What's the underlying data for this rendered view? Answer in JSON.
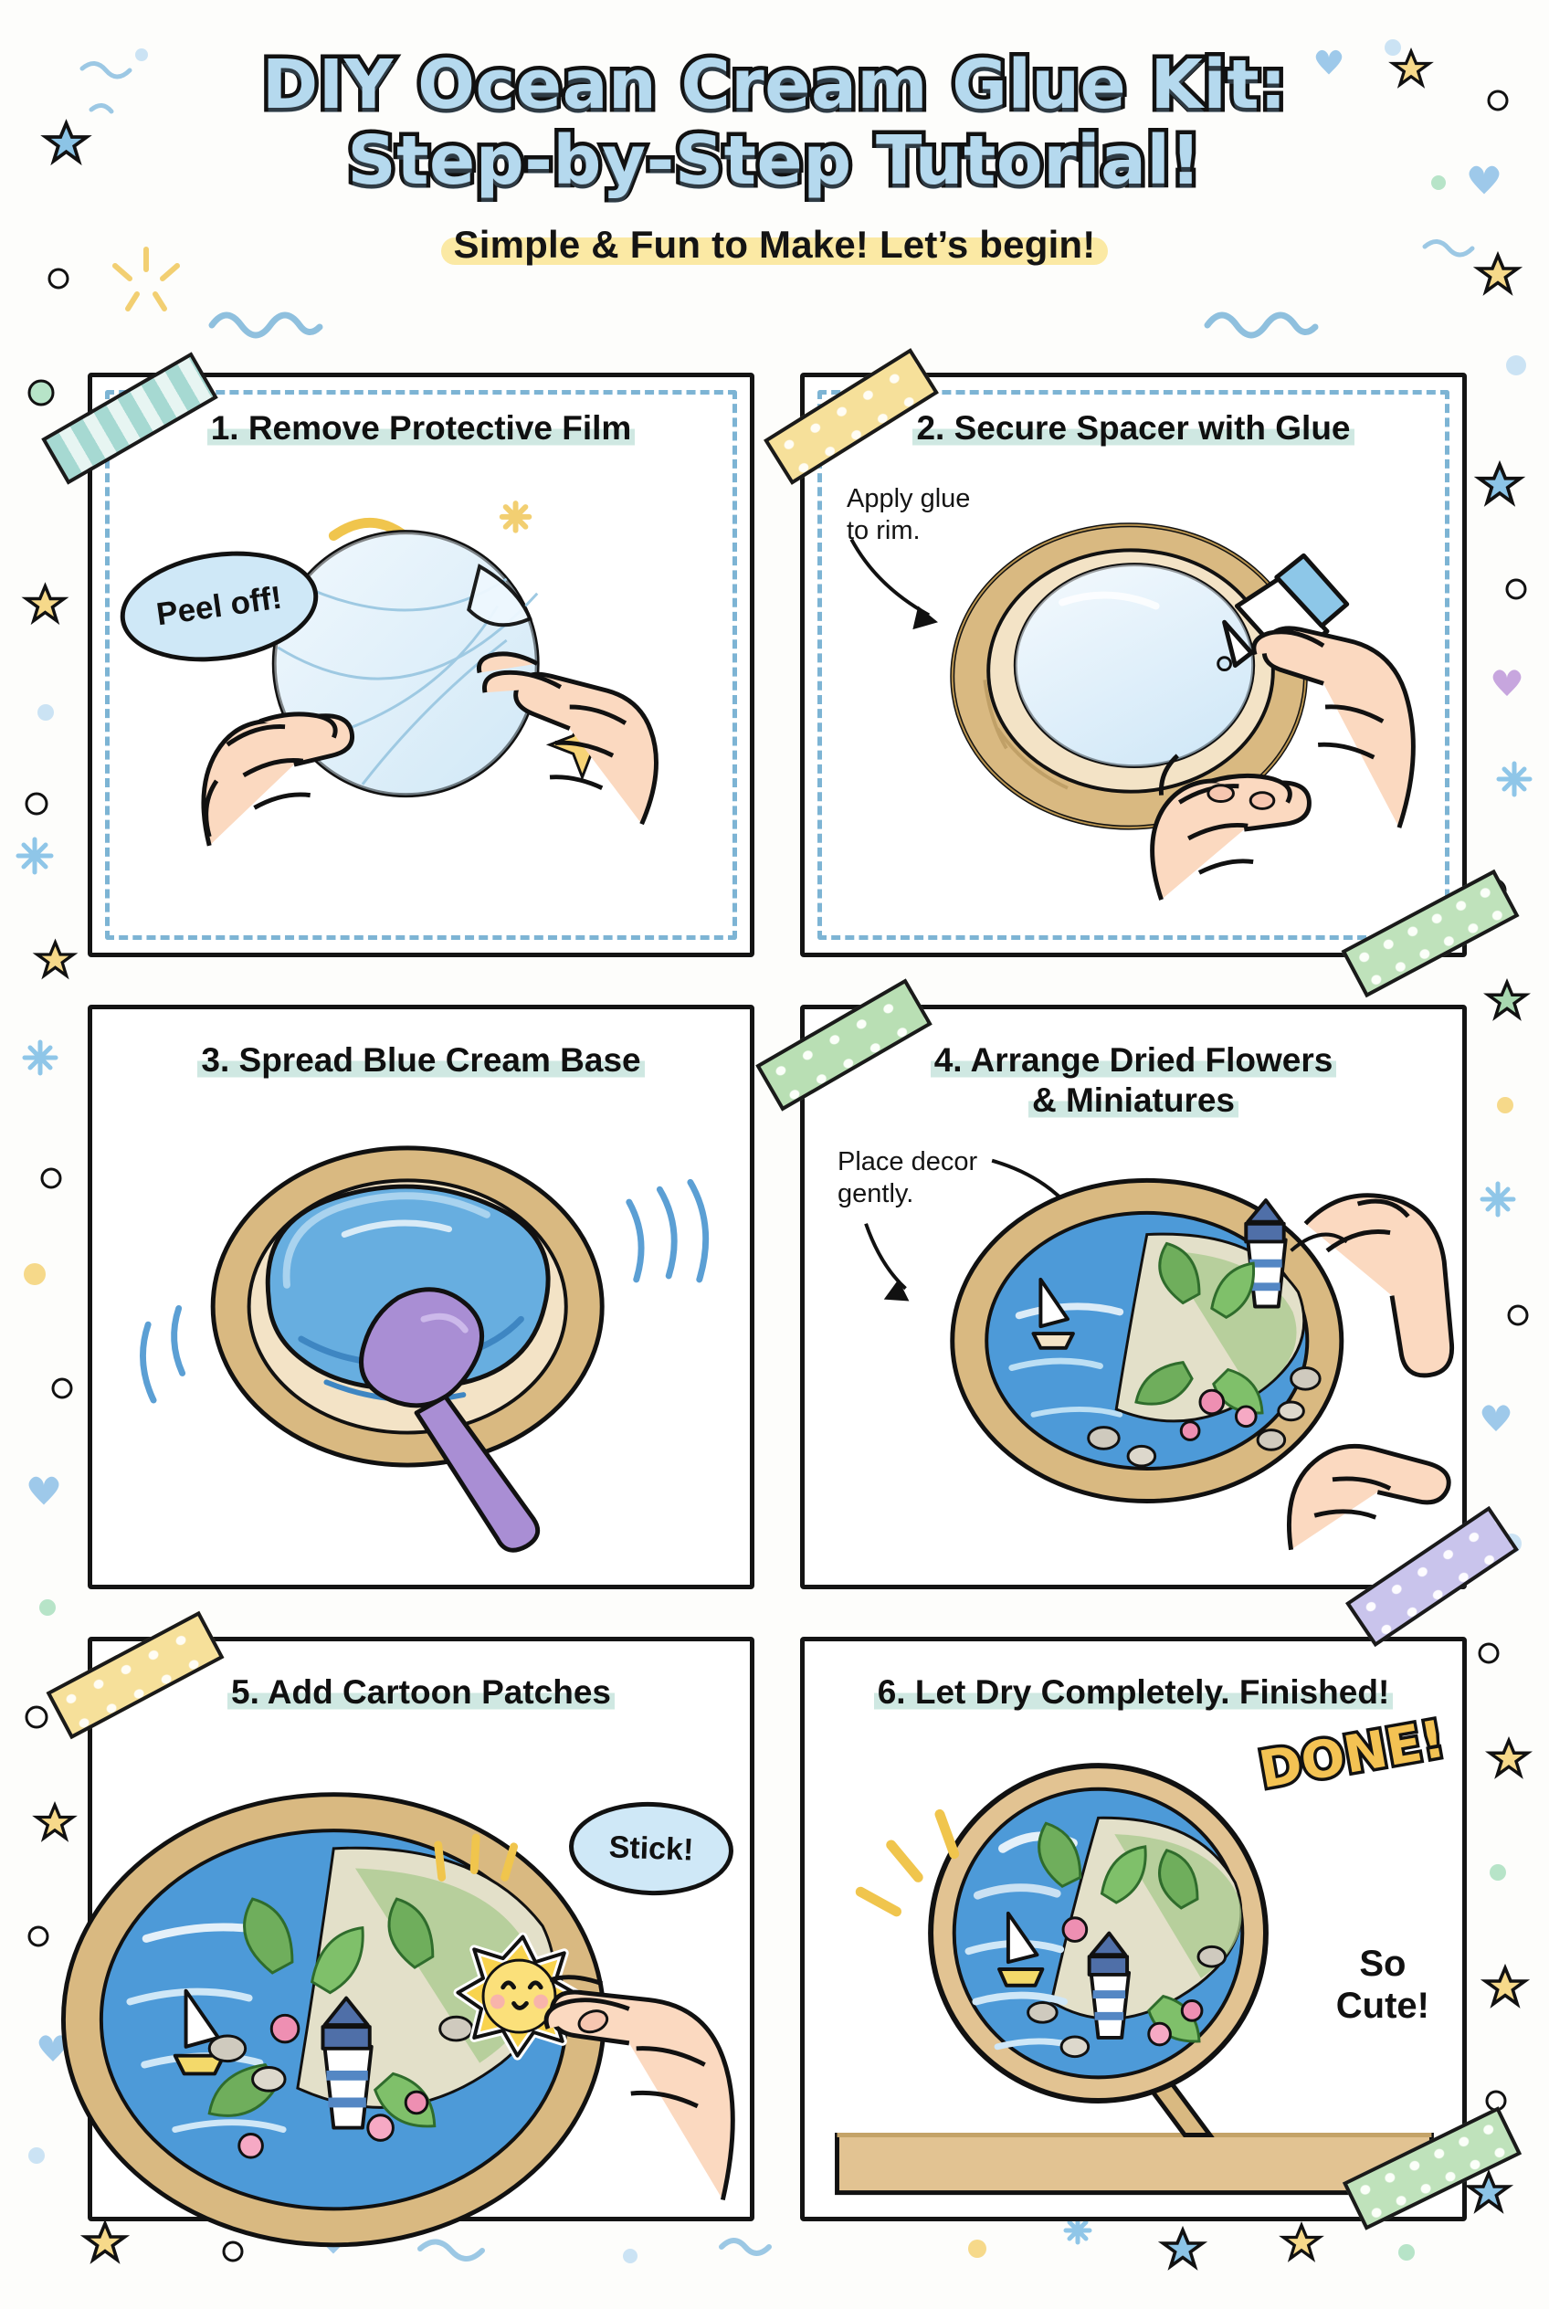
{
  "header": {
    "title_line1": "DIY Ocean Cream Glue Kit:",
    "title_line2": "Step-by-Step Tutorial!",
    "subtitle": "Simple & Fun to Make! Let’s begin!",
    "title_color": "#b5d9ee",
    "title_outline": "#111111",
    "highlight_color": "#fbe9a4"
  },
  "theme": {
    "panel_border": "#141414",
    "dashed_inner": "#7db4d4",
    "title_highlight": "#cfe8e2",
    "bubble_fill": "#cfe8f7",
    "wood_rim": "#d9b981",
    "ocean_blue": "#4d9ad8",
    "cream_blue": "#67aee0",
    "spatula_purple": "#a98ed4",
    "foliage_green": "#6fae5c",
    "flower_pink": "#ee8fb2",
    "sun_yellow": "#f8d34e",
    "done_color": "#f3c253"
  },
  "steps": [
    {
      "id": "step-1",
      "number": "1.",
      "title": "1. Remove Protective Film",
      "dashed": true,
      "washi": {
        "style": "stripe",
        "position": "top-left"
      },
      "bubble": {
        "text": "Peel off!"
      },
      "annotations": []
    },
    {
      "id": "step-2",
      "number": "2.",
      "title": "2. Secure Spacer with Glue",
      "dashed": true,
      "washi": {
        "style": "dotsY",
        "position": "top-left"
      },
      "washi2": {
        "style": "dotsGs",
        "position": "bottom-right"
      },
      "bubble": null,
      "annotations": [
        {
          "text": "Apply glue",
          "line2": "to rim."
        }
      ]
    },
    {
      "id": "step-3",
      "number": "3.",
      "title": "3. Spread Blue Cream Base",
      "dashed": false,
      "washi": null,
      "bubble": null,
      "annotations": []
    },
    {
      "id": "step-4",
      "number": "4.",
      "title": "4. Arrange Dried Flowers & Miniatures",
      "title_line1": "4. Arrange Dried Flowers",
      "title_line2": "& Miniatures",
      "dashed": false,
      "washi": {
        "style": "dotsG",
        "position": "top-left"
      },
      "washi2": {
        "style": "dotsP",
        "position": "bottom-right"
      },
      "bubble": null,
      "annotations": [
        {
          "text": "Place decor",
          "line2": "gently."
        }
      ]
    },
    {
      "id": "step-5",
      "number": "5.",
      "title": "5. Add Cartoon Patches",
      "dashed": false,
      "washi": {
        "style": "dotsY",
        "position": "top-left"
      },
      "bubble": {
        "text": "Stick!"
      },
      "annotations": []
    },
    {
      "id": "step-6",
      "number": "6.",
      "title": "6. Let Dry Completely. Finished!",
      "dashed": false,
      "washi": {
        "style": "dotsGs",
        "position": "bottom-right"
      },
      "bubble": null,
      "done_label": "DONE!",
      "socute_line1": "So",
      "socute_line2": "Cute!",
      "annotations": []
    }
  ]
}
